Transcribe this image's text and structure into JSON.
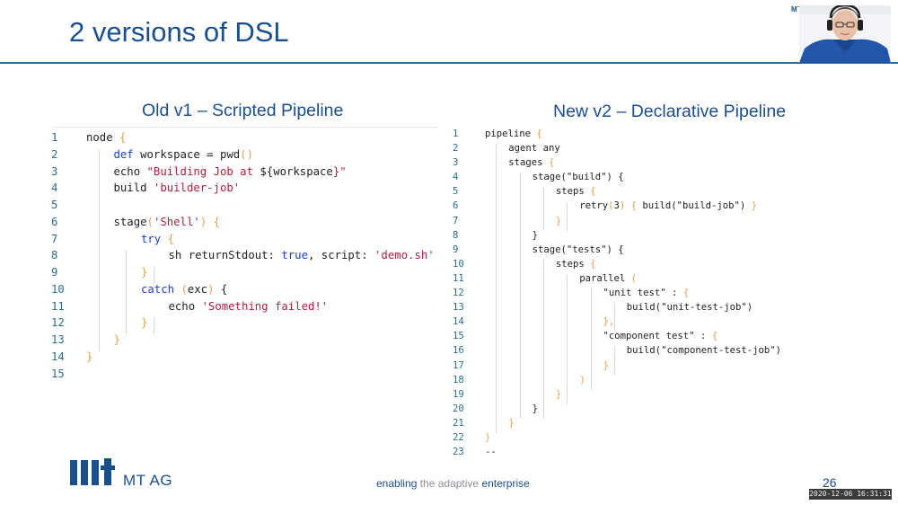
{
  "slide": {
    "title": "2 versions of DSL",
    "page_number": "26",
    "tagline": {
      "part1": "enabling",
      "part2": " the adaptive ",
      "part3": "enterprise"
    },
    "logo_text": "MT AG",
    "brand_mini": "MT AG",
    "timestamp": "2020-12-06 16:31:31"
  },
  "left_panel": {
    "heading": "Old v1 – Scripted Pipeline",
    "lines": [
      {
        "n": "1",
        "indent": 0,
        "tokens": [
          [
            "t",
            "node "
          ],
          [
            "br",
            "{"
          ]
        ]
      },
      {
        "n": "2",
        "indent": 1,
        "tokens": [
          [
            "kw",
            "def"
          ],
          [
            "t",
            " workspace = pwd"
          ],
          [
            "br",
            "()"
          ]
        ]
      },
      {
        "n": "3",
        "indent": 1,
        "tokens": [
          [
            "t",
            "echo "
          ],
          [
            "str",
            "\"Building Job at "
          ],
          [
            "t",
            "${workspace"
          ],
          [
            "str",
            "}\""
          ]
        ]
      },
      {
        "n": "4",
        "indent": 1,
        "tokens": [
          [
            "t",
            "build "
          ],
          [
            "str",
            "'builder-job'"
          ]
        ]
      },
      {
        "n": "5",
        "indent": 0,
        "tokens": []
      },
      {
        "n": "6",
        "indent": 1,
        "tokens": [
          [
            "t",
            "stage"
          ],
          [
            "br",
            "("
          ],
          [
            "str",
            "'Shell'"
          ],
          [
            "br",
            ")"
          ],
          [
            "t",
            " "
          ],
          [
            "br",
            "{"
          ]
        ]
      },
      {
        "n": "7",
        "indent": 2,
        "tokens": [
          [
            "kw",
            "try"
          ],
          [
            "t",
            " "
          ],
          [
            "br",
            "{"
          ]
        ]
      },
      {
        "n": "8",
        "indent": 3,
        "tokens": [
          [
            "t",
            "sh returnStdout: "
          ],
          [
            "kw",
            "true"
          ],
          [
            "t",
            ", script: "
          ],
          [
            "str",
            "'demo.sh'"
          ]
        ]
      },
      {
        "n": "9",
        "indent": 2,
        "tokens": [
          [
            "br",
            "}"
          ]
        ]
      },
      {
        "n": "10",
        "indent": 2,
        "tokens": [
          [
            "kw",
            "catch"
          ],
          [
            "t",
            " "
          ],
          [
            "br",
            "("
          ],
          [
            "t",
            "exc"
          ],
          [
            "br",
            ")"
          ],
          [
            "t",
            " {"
          ]
        ]
      },
      {
        "n": "11",
        "indent": 3,
        "tokens": [
          [
            "t",
            "echo "
          ],
          [
            "str",
            "'Something failed!'"
          ]
        ]
      },
      {
        "n": "12",
        "indent": 2,
        "tokens": [
          [
            "br",
            "}"
          ]
        ]
      },
      {
        "n": "13",
        "indent": 1,
        "tokens": [
          [
            "br",
            "}"
          ]
        ]
      },
      {
        "n": "14",
        "indent": 0,
        "tokens": [
          [
            "br",
            "}"
          ]
        ]
      },
      {
        "n": "15",
        "indent": 0,
        "tokens": []
      }
    ]
  },
  "right_panel": {
    "heading": "New v2 – Declarative Pipeline",
    "lines": [
      {
        "n": "1",
        "indent": 0,
        "tokens": [
          [
            "t",
            "pipeline "
          ],
          [
            "br",
            "{"
          ]
        ]
      },
      {
        "n": "2",
        "indent": 1,
        "tokens": [
          [
            "t",
            "agent any"
          ]
        ]
      },
      {
        "n": "3",
        "indent": 1,
        "tokens": [
          [
            "t",
            "stages "
          ],
          [
            "br",
            "{"
          ]
        ]
      },
      {
        "n": "4",
        "indent": 2,
        "tokens": [
          [
            "t",
            "stage(\"build\") {"
          ]
        ]
      },
      {
        "n": "5",
        "indent": 3,
        "tokens": [
          [
            "t",
            "steps "
          ],
          [
            "br",
            "{"
          ]
        ]
      },
      {
        "n": "6",
        "indent": 4,
        "tokens": [
          [
            "t",
            "retry"
          ],
          [
            "br",
            "("
          ],
          [
            "t",
            "3"
          ],
          [
            "br",
            ")"
          ],
          [
            "t",
            " "
          ],
          [
            "br",
            "{"
          ],
          [
            "t",
            " build(\"build-job\") "
          ],
          [
            "br",
            "}"
          ]
        ]
      },
      {
        "n": "7",
        "indent": 3,
        "tokens": [
          [
            "br",
            "}"
          ]
        ]
      },
      {
        "n": "8",
        "indent": 2,
        "tokens": [
          [
            "t",
            "}"
          ]
        ]
      },
      {
        "n": "9",
        "indent": 2,
        "tokens": [
          [
            "t",
            "stage(\"tests\") {"
          ]
        ]
      },
      {
        "n": "10",
        "indent": 3,
        "tokens": [
          [
            "t",
            "steps "
          ],
          [
            "br",
            "{"
          ]
        ]
      },
      {
        "n": "11",
        "indent": 4,
        "tokens": [
          [
            "t",
            "parallel "
          ],
          [
            "br",
            "("
          ]
        ]
      },
      {
        "n": "12",
        "indent": 5,
        "tokens": [
          [
            "t",
            "\"unit test\" : "
          ],
          [
            "br",
            "{"
          ]
        ]
      },
      {
        "n": "13",
        "indent": 6,
        "tokens": [
          [
            "t",
            "build(\"unit-test-job\")"
          ]
        ]
      },
      {
        "n": "14",
        "indent": 5,
        "tokens": [
          [
            "br",
            "},"
          ]
        ]
      },
      {
        "n": "15",
        "indent": 5,
        "tokens": [
          [
            "t",
            "\"component test\" : "
          ],
          [
            "br",
            "{"
          ]
        ]
      },
      {
        "n": "16",
        "indent": 6,
        "tokens": [
          [
            "t",
            "build(\"component-test-job\")"
          ]
        ]
      },
      {
        "n": "17",
        "indent": 5,
        "tokens": [
          [
            "br",
            "}"
          ]
        ]
      },
      {
        "n": "18",
        "indent": 4,
        "tokens": [
          [
            "br",
            ")"
          ]
        ]
      },
      {
        "n": "19",
        "indent": 3,
        "tokens": [
          [
            "br",
            "}"
          ]
        ]
      },
      {
        "n": "20",
        "indent": 2,
        "tokens": [
          [
            "t",
            "}"
          ]
        ]
      },
      {
        "n": "21",
        "indent": 1,
        "tokens": [
          [
            "br",
            "}"
          ]
        ]
      },
      {
        "n": "22",
        "indent": 0,
        "tokens": [
          [
            "br",
            "}"
          ]
        ]
      },
      {
        "n": "23",
        "indent": 0,
        "tokens": [
          [
            "t",
            "--"
          ]
        ]
      }
    ]
  },
  "colors": {
    "title": "#1b4f8c",
    "keyword": "#1a3fcc",
    "string": "#b0203c",
    "bracket": "#e0a050",
    "line_number": "#2d6d8f",
    "rule": "#2a6f8f"
  },
  "icons": {
    "webcam": "presenter-webcam-icon",
    "logo": "mt-ag-logo-icon"
  }
}
